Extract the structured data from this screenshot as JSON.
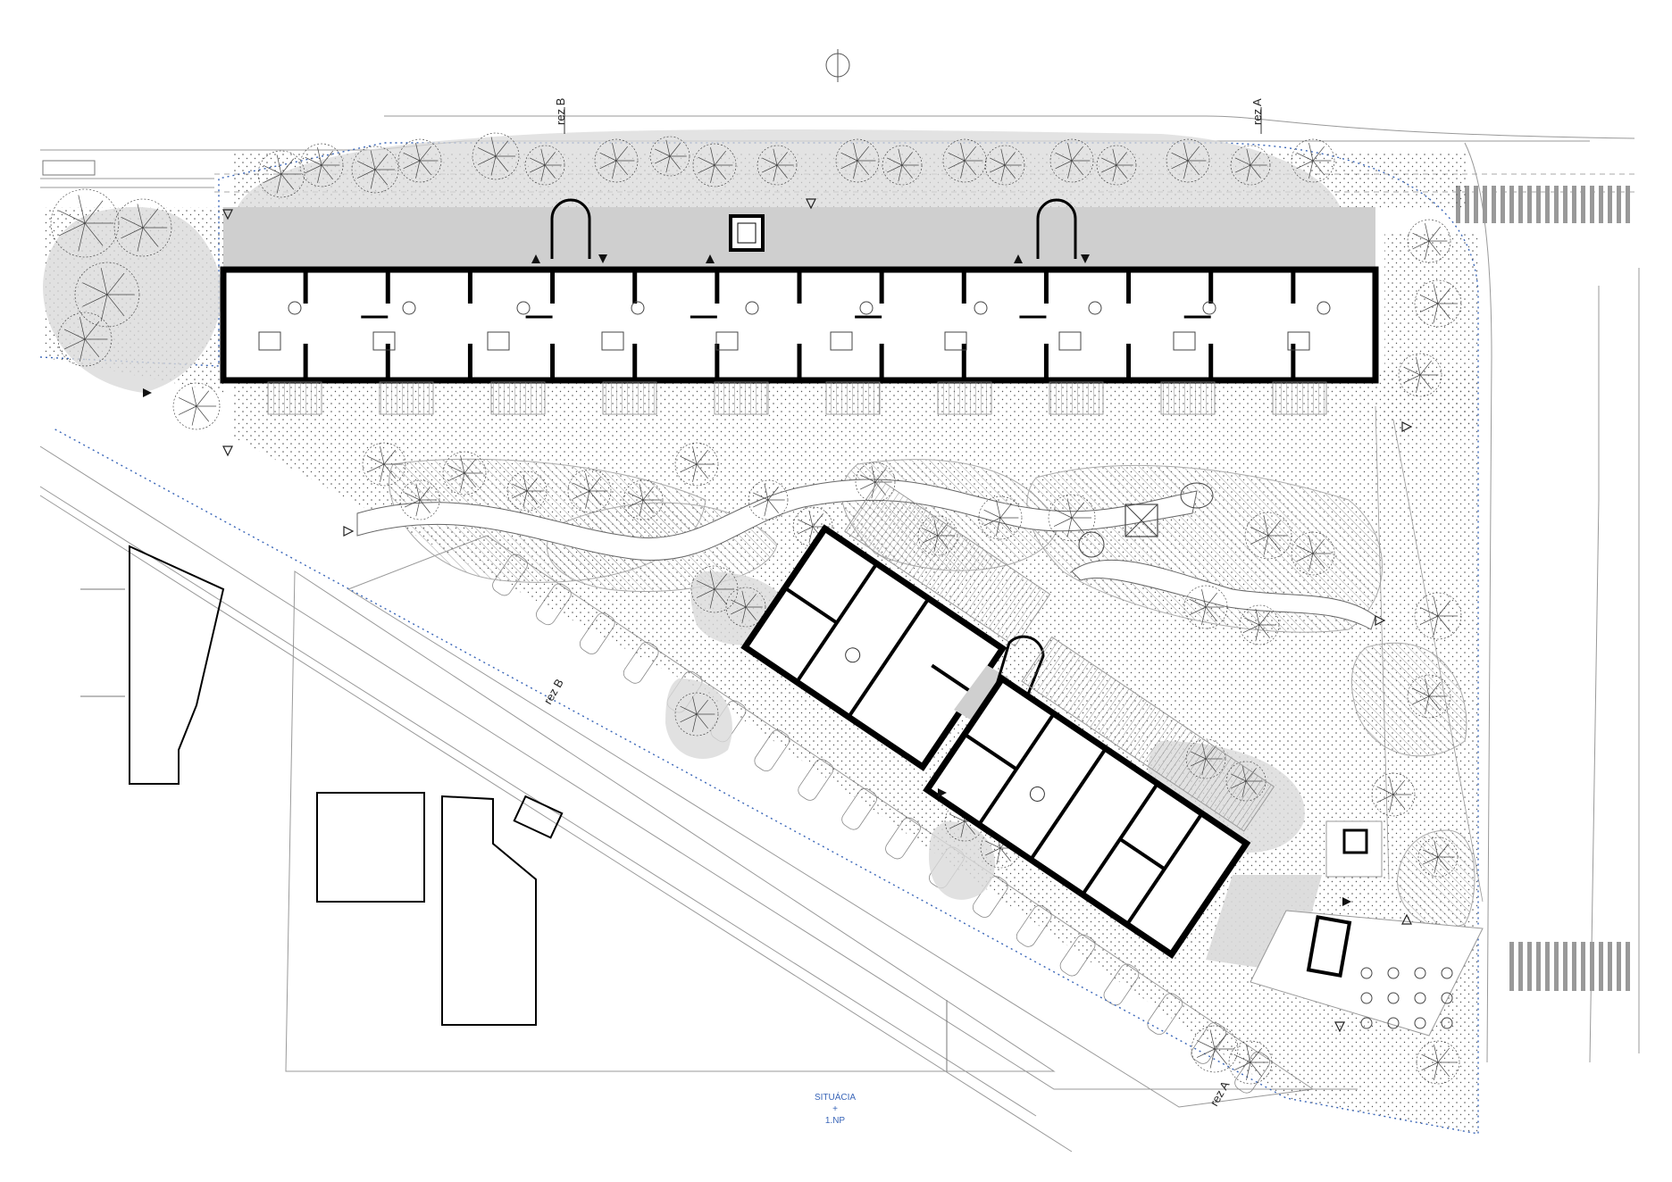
{
  "labels": {
    "section_b_top": "rez B",
    "section_a_top": "rez A",
    "section_b_street": "rez B",
    "section_a_street": "rez A"
  },
  "legend": {
    "line1": "SITUÁCIA",
    "line2": "+",
    "line3": "1.NP"
  },
  "colors": {
    "background": "#ffffff",
    "walls": "#000000",
    "vegetation_fill": "#d9d9d9",
    "site_boundary": "#3a66b8",
    "legend_text": "#3a66b8"
  },
  "icons": [
    "north-arrow-icon",
    "entrance-triangle-icon",
    "tree-canopy-icon",
    "pergola-icon"
  ]
}
